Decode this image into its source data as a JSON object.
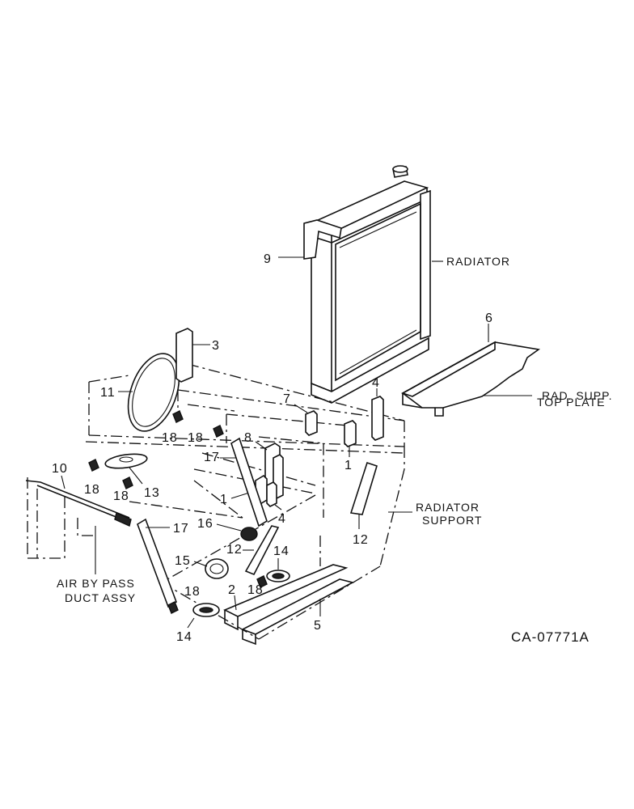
{
  "diagram": {
    "drawing_code": "CA-07771A",
    "labels": {
      "radiator": "RADIATOR",
      "top_plate_line1": "RAD. SUPP.",
      "top_plate_line2": "TOP PLATE",
      "support_line1": "RADIATOR",
      "support_line2": "SUPPORT",
      "duct_line1": "AIR BY PASS",
      "duct_line2": "DUCT ASSY"
    },
    "callouts": {
      "c9": "9",
      "c6": "6",
      "c3": "3",
      "c4_top": "4",
      "c11": "11",
      "c7": "7",
      "c18_a": "18",
      "c18_b": "18",
      "c8": "8",
      "c17_top": "17",
      "c1_right": "1",
      "c10": "10",
      "c18_c": "18",
      "c18_d": "18",
      "c13": "13",
      "c1_mid": "1",
      "c4_mid": "4",
      "c12_right": "12",
      "c16": "16",
      "c17_left": "17",
      "c12_mid": "12",
      "c14_right": "14",
      "c15": "15",
      "c18_e": "18",
      "c18_f": "18",
      "c2": "2",
      "c5": "5",
      "c14_bottom": "14"
    }
  }
}
